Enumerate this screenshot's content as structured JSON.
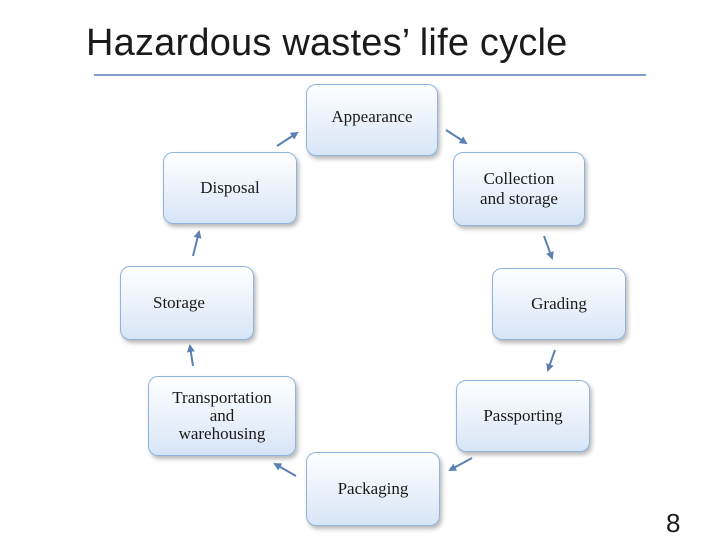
{
  "slide": {
    "title": "Hazardous wastes’ life cycle",
    "page_number": "8"
  },
  "cycle": {
    "steps": [
      {
        "id": "appearance",
        "lines": [
          "Appearance"
        ]
      },
      {
        "id": "collection",
        "lines": [
          "Collection",
          "and storage"
        ]
      },
      {
        "id": "grading",
        "lines": [
          "Grading"
        ]
      },
      {
        "id": "passporting",
        "lines": [
          "Passporting"
        ]
      },
      {
        "id": "packaging",
        "lines": [
          "Packaging"
        ]
      },
      {
        "id": "transportation",
        "lines": [
          "Transportation",
          "and",
          "warehousing"
        ]
      },
      {
        "id": "storage",
        "lines": [
          "Storage"
        ]
      },
      {
        "id": "disposal",
        "lines": [
          "Disposal"
        ]
      }
    ]
  },
  "colors": {
    "node_border": "#8fb3dc",
    "arrow": "#5b80b2",
    "title_rule": "#7f9fc7"
  }
}
